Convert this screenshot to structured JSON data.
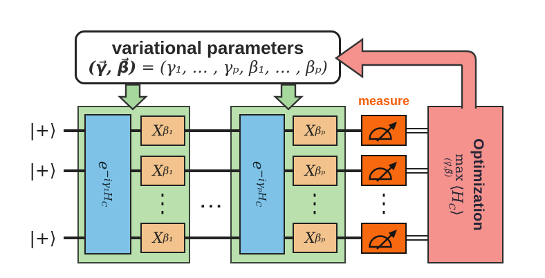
{
  "params_box": {
    "title": "variational parameters",
    "formula_lhs": "(γ⃗, β⃗)",
    "formula_rhs": " = (γ₁, … , γₚ, β₁, … , βₚ)"
  },
  "qubits": {
    "labels": [
      "|+⟩",
      "|+⟩",
      "|+⟩"
    ]
  },
  "layers": [
    {
      "unitary": {
        "base": "e",
        "exponent": "−iγ₁H",
        "exponent_sub": "C"
      },
      "mixers": [
        {
          "base": "X",
          "sub": "β₁"
        },
        {
          "base": "X",
          "sub": "β₁"
        },
        {
          "base": "X",
          "sub": "β₁"
        }
      ]
    },
    {
      "unitary": {
        "base": "e",
        "exponent": "−iγₚH",
        "exponent_sub": "C"
      },
      "mixers": [
        {
          "base": "X",
          "sub": "βₚ"
        },
        {
          "base": "X",
          "sub": "βₚ"
        },
        {
          "base": "X",
          "sub": "βₚ"
        }
      ]
    }
  ],
  "measure": {
    "label": "measure"
  },
  "optimization": {
    "title": "Optimization",
    "max": "max",
    "max_sub": "(γ⃗,β⃗)",
    "expect_open": "⟨",
    "hamiltonian": "H",
    "hamiltonian_sub": "C",
    "expect_close": "⟩"
  },
  "ellipsis": {
    "horizontal": "⋯",
    "vertical": "⋮"
  },
  "colors": {
    "block_green": "#b9e0ad",
    "arrow_green": "#a6d89e",
    "unitary_blue": "#7ec2e7",
    "mixer_tan": "#f2c38c",
    "measure_orange": "#f8680f",
    "measure_label_orange": "#f4600d",
    "optimization_salmon": "#f5928d",
    "wire_dark": "#222222"
  }
}
